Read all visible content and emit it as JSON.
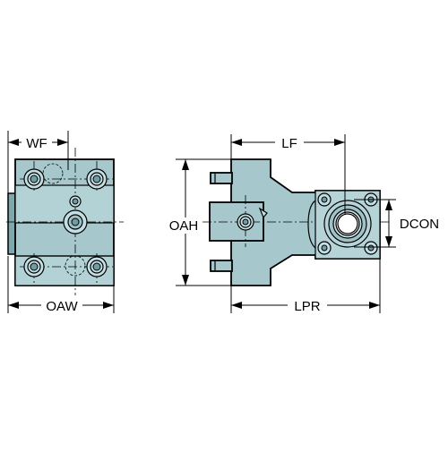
{
  "colors": {
    "part_fill": "#a6c8cd",
    "part_dark": "#7fa8ad",
    "line": "#000000",
    "background": "#ffffff"
  },
  "labels": {
    "wf": "WF",
    "oaw": "OAW",
    "lf": "LF",
    "oah": "OAH",
    "lpr": "LPR",
    "dcon": "DCON"
  }
}
